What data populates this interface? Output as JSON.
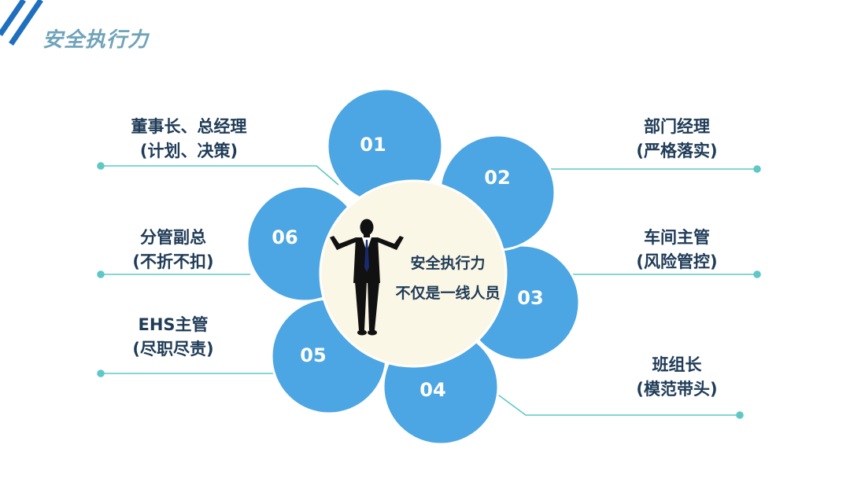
{
  "title": "安全执行力",
  "center": {
    "line1": "安全执行力",
    "line2": "不仅是一线人员"
  },
  "colors": {
    "petal": "#4ca6e3",
    "petal_stroke": "#ffffff",
    "center_fill": "#fbf7e6",
    "title": "#6fa3b9",
    "line": "#5ec8c6",
    "text": "#1f3b57"
  },
  "petals": [
    {
      "num": "01",
      "line1": "董事长、总经理",
      "line2": "(计划、决策)"
    },
    {
      "num": "02",
      "line1": "部门经理",
      "line2": "(严格落实)"
    },
    {
      "num": "03",
      "line1": "车间主管",
      "line2": "(风险管控)"
    },
    {
      "num": "04",
      "line1": "班组长",
      "line2": "(模范带头)"
    },
    {
      "num": "05",
      "line1": "EHS主管",
      "line2": "(尽职尽责)"
    },
    {
      "num": "06",
      "line1": "分管副总",
      "line2": "(不折不扣)"
    }
  ],
  "icons": [
    "person-arms-raised-icon"
  ]
}
